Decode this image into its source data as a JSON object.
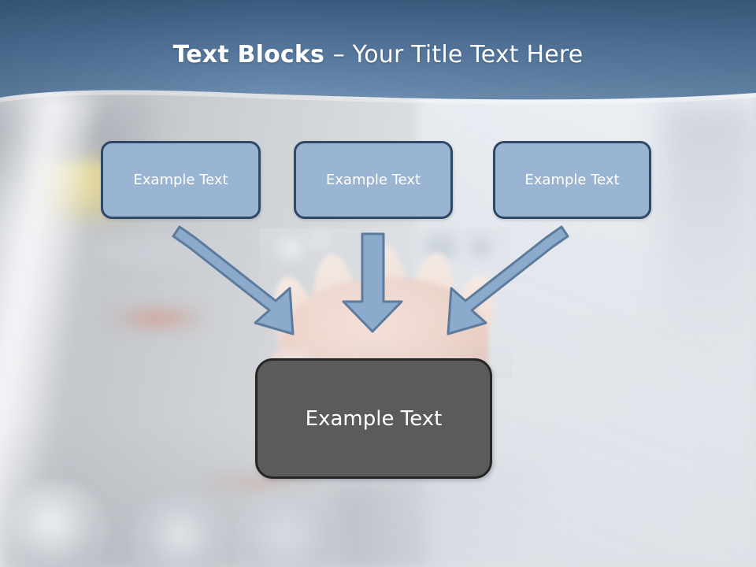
{
  "slide": {
    "title": {
      "bold_part": "Text Blocks ",
      "rest_part": "– Your Title Text Here",
      "full": "Text Blocks – Your Title Text Here"
    },
    "top_boxes": [
      {
        "label": "Example Text"
      },
      {
        "label": "Example Text"
      },
      {
        "label": "Example Text"
      }
    ],
    "bottom_box": {
      "label": "Example Text"
    },
    "arrows": [
      {
        "name": "arrow-left-diagonal",
        "direction": "down-right"
      },
      {
        "name": "arrow-middle-vertical",
        "direction": "down"
      },
      {
        "name": "arrow-right-diagonal",
        "direction": "down-left"
      }
    ],
    "colors": {
      "header_top": "#3d5e80",
      "header_bottom": "#6f90b2",
      "box_fill": "#9ab5d2",
      "box_border": "#2e4865",
      "box_text": "#ffffff",
      "arrow_fill": "#8cabcc",
      "arrow_border": "#5d7b9c",
      "bottom_box_fill": "#5b5b5b",
      "bottom_box_border": "#262626",
      "background": "#d8dade"
    }
  }
}
